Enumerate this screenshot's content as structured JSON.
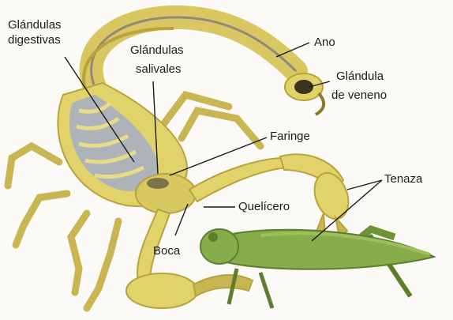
{
  "labels": {
    "digestive_line1": "Glándulas",
    "digestive_line2": "digestivas",
    "salivary_line1": "Glándulas",
    "salivary_line2": "salivales",
    "anus": "Ano",
    "venom_line1": "Glándula",
    "venom_line2": "de veneno",
    "pharynx": "Faringe",
    "pincer": "Tenaza",
    "chelicera": "Quelícero",
    "mouth": "Boca"
  },
  "colors": {
    "scorpion_body": "#e2d26a",
    "scorpion_dark": "#b8a43c",
    "digestive_gland": "#a9aec2",
    "grasshopper": "#86ad4a",
    "grasshopper_dark": "#5d7f2c",
    "venom_gland": "#3a3420",
    "leader_line": "#1a1a1a"
  }
}
